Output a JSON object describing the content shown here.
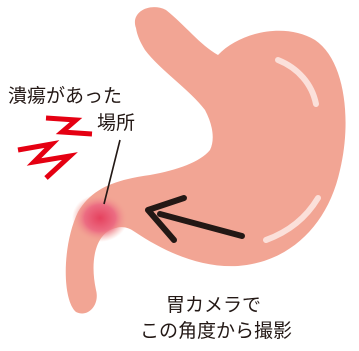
{
  "labels": {
    "ulcer_location": [
      "潰瘍があった",
      "場所"
    ],
    "camera_angle": [
      "胃カメラで",
      "この角度から撮影"
    ]
  },
  "colors": {
    "stomach_fill": "#f2a594",
    "stomach_highlight": "#fbe0da",
    "ulcer_core": "#e5415e",
    "pain_mark": "#e50012",
    "arrow": "#231815",
    "text": "#231815"
  },
  "icons": {
    "pain": "lightning-zigzag-icon",
    "direction": "arrow-left-icon"
  }
}
